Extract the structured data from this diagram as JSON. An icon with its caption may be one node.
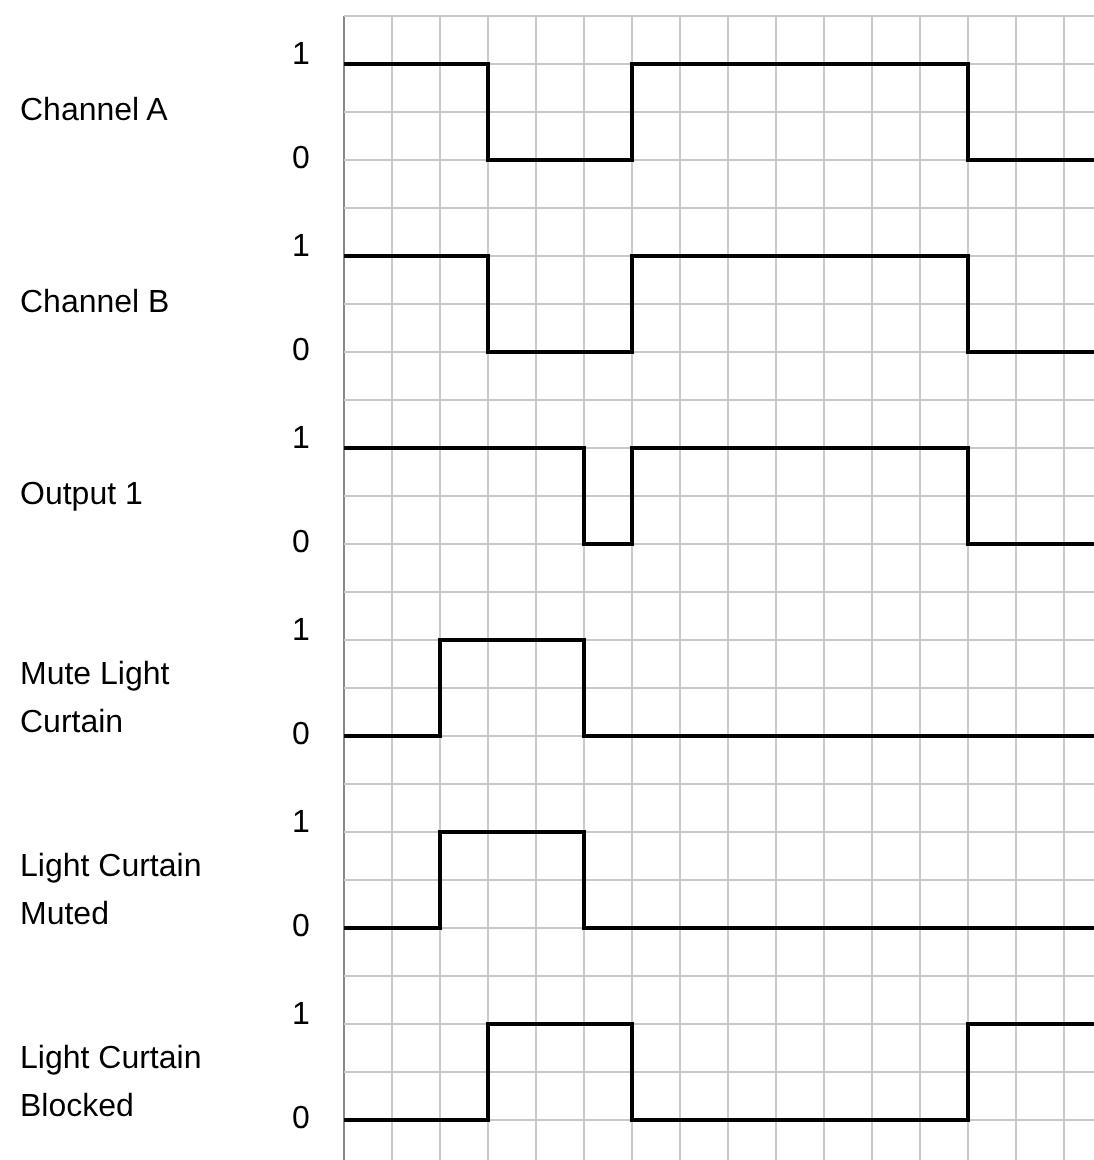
{
  "diagram": {
    "labels": [
      "1",
      "Channel A",
      "0",
      "1",
      "Channel B",
      "0",
      "1",
      "Output 1",
      "0",
      "1",
      "Mute Light Curtain",
      "0",
      "1",
      "Light Curtain Muted",
      "0",
      "1",
      "Light Curtain Blocked",
      "0"
    ]
  }
}
